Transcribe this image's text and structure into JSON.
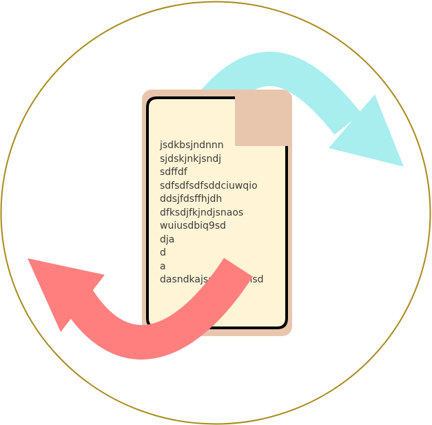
{
  "colors": {
    "circle_stroke": "#a88a1c",
    "document_shadow": "#e8c6ae",
    "document_fill": "#fff5d6",
    "document_border": "#000000",
    "corner_fold": "#e8c6ae",
    "arrow_cyan": "#a9eeef",
    "arrow_red": "#ff7f7f",
    "text_color": "#3a3a3a"
  },
  "document": {
    "lines": [
      "jsdkbsjndnnn",
      "sjdskjnkjsndj",
      "sdffdf",
      "sdfsdfsdfsddciuwqio",
      "ddsjfdsffhjdh",
      "dfksdjfkjndjsnaos",
      "wuiusdbiq9sd",
      "dja",
      "d",
      "a",
      "dasndkajsdbjasdhnsd"
    ]
  },
  "icons": {
    "document": "document-icon",
    "arrow_top": "curved-arrow-right-icon",
    "arrow_bottom": "curved-arrow-left-icon"
  }
}
